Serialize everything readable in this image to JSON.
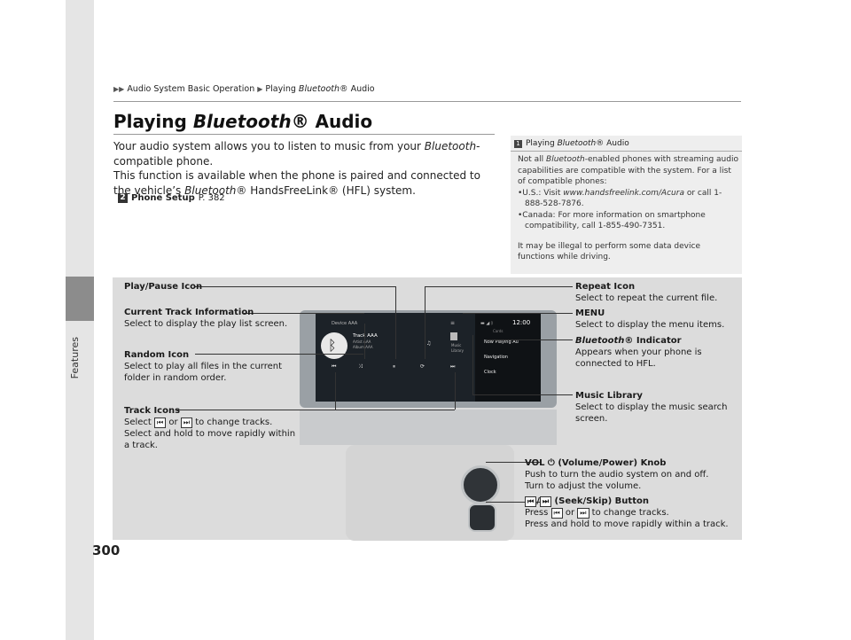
{
  "breadcrumb": {
    "first": "Audio System Basic Operation",
    "second_prefix": "Playing ",
    "second_italic": "Bluetooth",
    "second_suffix": "® Audio"
  },
  "title": {
    "prefix": "Playing ",
    "italic": "Bluetooth",
    "suffix": "® Audio"
  },
  "body": {
    "line1_a": "Your audio system allows you to listen to music from your ",
    "line1_italic": "Bluetooth",
    "line1_b": "-compatible phone.",
    "line2": "This function is available when the phone is paired and connected to the vehicle’s ",
    "line2_italic": "Bluetooth",
    "line2_b": "® HandsFreeLink® (HFL) system."
  },
  "xref": {
    "label": "Phone Setup",
    "page": "P. 382"
  },
  "note": {
    "head_prefix": "Playing ",
    "head_italic": "Bluetooth",
    "head_suffix": "® Audio",
    "p1_a": "Not all ",
    "p1_italic": "Bluetooth",
    "p1_b": "-enabled phones with streaming audio capabilities are compatible with the system. For a list of compatible phones:",
    "li1_a": "•U.S.: Visit ",
    "li1_italic": "www.handsfreelink.com/Acura",
    "li1_b": " or call 1-888-528-7876.",
    "li2": "•Canada: For more information on smartphone compatibility, call 1-855-490-7351.",
    "p2": "It may be illegal to perform some data device functions while driving."
  },
  "callouts": {
    "play_pause": "Play/Pause Icon",
    "current_track_hd": "Current Track Information",
    "current_track_body": "Select to display the play list screen.",
    "random_hd": "Random Icon",
    "random_body1": "Select to play all files in the current",
    "random_body2": "folder in random order.",
    "track_hd": "Track Icons",
    "track_body1_a": "Select ",
    "track_body1_or": " or ",
    "track_body1_b": " to change tracks.",
    "track_body2": "Select and hold to move rapidly within",
    "track_body3": "a track.",
    "repeat_hd": "Repeat Icon",
    "repeat_body": "Select to repeat the current file.",
    "menu_hd": "MENU",
    "menu_body": "Select to display the menu items.",
    "bt_hd_italic": "Bluetooth",
    "bt_hd_suffix": "® Indicator",
    "bt_body1": "Appears when your phone is",
    "bt_body2": "connected to HFL.",
    "music_hd": "Music Library",
    "music_body1": "Select to display the music search",
    "music_body2": "screen.",
    "vol_hd_a": "VOL ",
    "vol_hd_b": " (Volume/Power) Knob",
    "vol_body1": "Push to turn the audio system on and off.",
    "vol_body2": "Turn to adjust the volume.",
    "seek_hd": " (Seek/Skip) Button",
    "seek_body1_a": "Press ",
    "seek_body1_or": " or ",
    "seek_body1_b": " to change tracks.",
    "seek_body2": "Press and hold to move rapidly within a track."
  },
  "screen": {
    "device": "Device AAA",
    "track": "Track AAA",
    "artist": "Artist AAA",
    "album": "Album AAA",
    "music": "Music",
    "library": "Library",
    "time": "12:00",
    "cards": "Cards",
    "menu1": "Now Playing Au",
    "menu2": "Navigation",
    "menu3": "Clock"
  },
  "glyphs": {
    "prev": "⏮",
    "next": "⏭",
    "power": "⏻",
    "slash": "/"
  },
  "sidebar": {
    "label": "Features"
  },
  "page_number": "300",
  "xref_glyph": "2",
  "note_glyph": "1"
}
